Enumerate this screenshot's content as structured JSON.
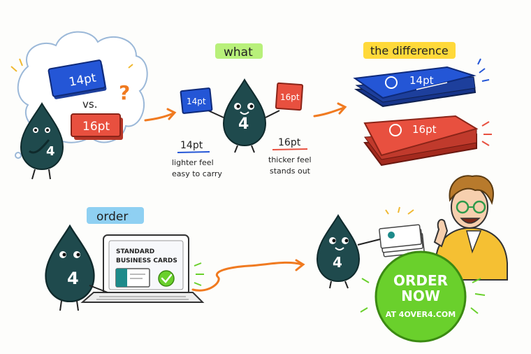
{
  "bubble": {
    "card_top": "14pt",
    "vs": "vs.",
    "card_bottom": "16pt",
    "question": "?"
  },
  "what": {
    "heading": "what",
    "left_card": "14pt",
    "right_card": "16pt",
    "left_title": "14pt",
    "left_line1": "lighter feel",
    "left_line2": "easy to carry",
    "right_title": "16pt",
    "right_line1": "thicker feel",
    "right_line2": "stands out"
  },
  "difference": {
    "heading": "the difference",
    "blue_stack": "14pt",
    "red_stack": "16pt"
  },
  "order": {
    "heading": "order",
    "screen_line1": "STANDARD",
    "screen_line2": "BUSINESS CARDS"
  },
  "mascot": {
    "number": "4"
  },
  "cta": {
    "line1": "ORDER",
    "line2": "NOW",
    "line3": "AT 4OVER4.COM"
  },
  "colors": {
    "ink": "#1f4a4d",
    "blue": "#2456d6",
    "red": "#e8503f",
    "green": "#6ad02c",
    "orange": "#f07a20",
    "highlight_green": "#b8f07a",
    "highlight_yellow": "#ffd93a",
    "highlight_blue": "#8fd0f2"
  }
}
